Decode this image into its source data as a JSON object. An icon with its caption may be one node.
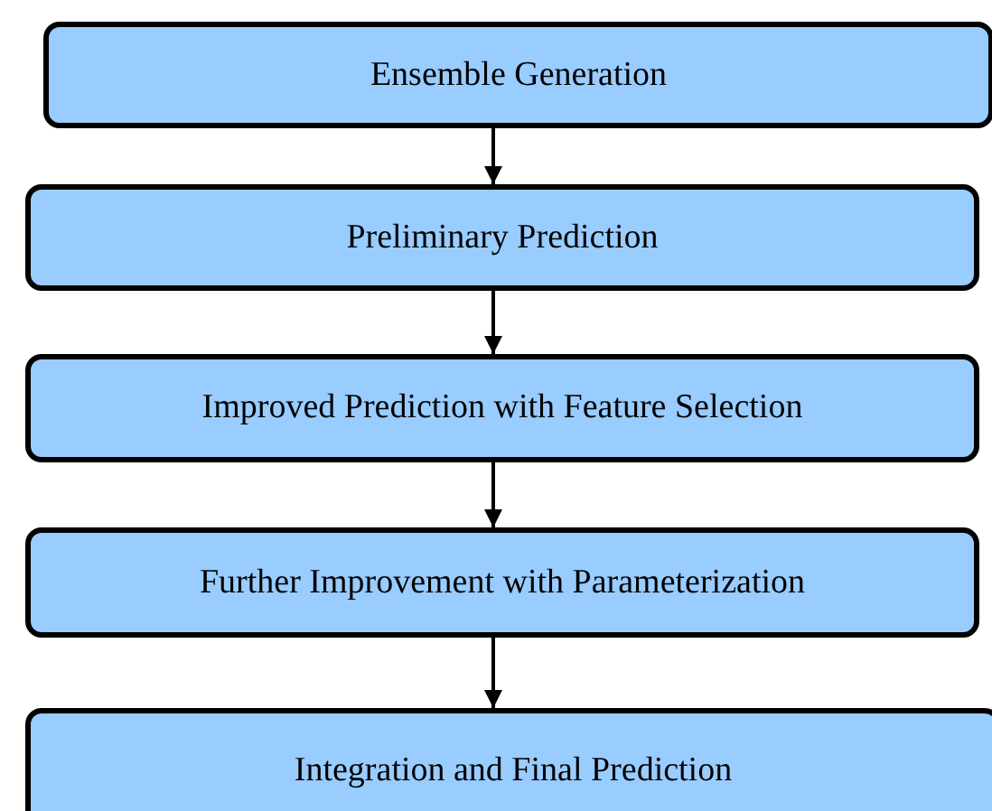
{
  "diagram": {
    "nodes": [
      {
        "text": [
          "Ensemble Generation"
        ]
      },
      {
        "text": [
          "Preliminary Prediction"
        ]
      },
      {
        "text": [
          "Improved Prediction with Feature Selection"
        ]
      },
      {
        "text": [
          "Further Improvement with Parameterization"
        ]
      },
      {
        "text": [
          "Integration and Final Prediction"
        ]
      }
    ],
    "edges": [
      {
        "from": 0,
        "to": 1,
        "arrow": "to"
      },
      {
        "from": 1,
        "to": 2,
        "arrow": "to"
      },
      {
        "from": 2,
        "to": 3,
        "arrow": "to"
      },
      {
        "from": 3,
        "to": 4,
        "arrow": "to"
      }
    ]
  }
}
